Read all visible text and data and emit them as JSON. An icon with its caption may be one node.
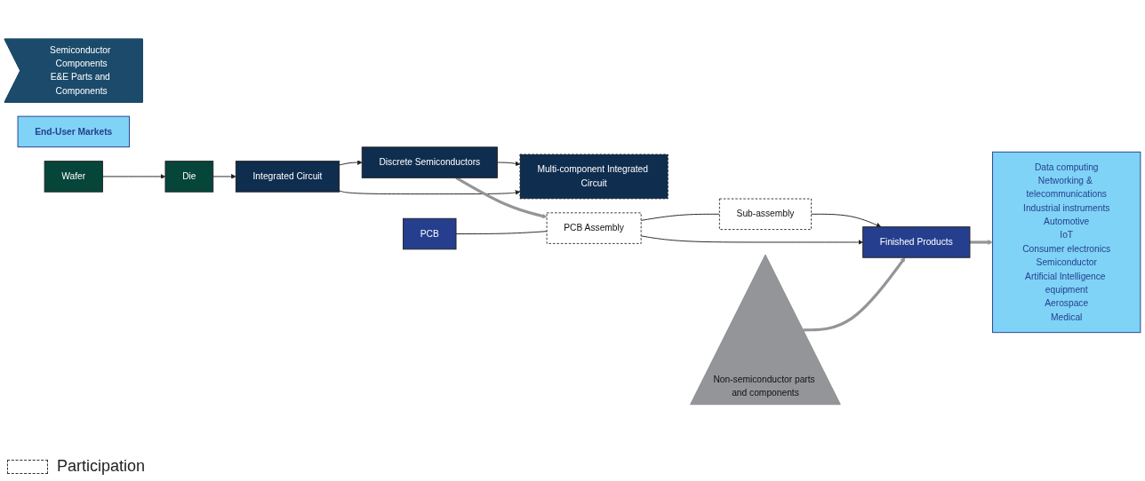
{
  "diagram": {
    "nodes": [
      {
        "text": [
          "Semiconductor Components",
          "E&E Parts and Components"
        ]
      },
      {
        "text": [
          "End-User Markets"
        ]
      },
      {
        "text": [
          "Wafer"
        ]
      },
      {
        "text": [
          "Die"
        ]
      },
      {
        "text": [
          "Integrated Circuit"
        ]
      },
      {
        "text": [
          "Discrete Semiconductors"
        ]
      },
      {
        "text": [
          "Multi-component Integrated Circuit"
        ]
      },
      {
        "text": [
          "PCB"
        ]
      },
      {
        "text": [
          "PCB Assembly"
        ]
      },
      {
        "text": [
          "Sub-assembly"
        ]
      },
      {
        "text": [
          "Finished Products"
        ]
      },
      {
        "text": [
          "Data computing",
          "Networking & telecommunications",
          "Industrial instruments",
          "Automotive",
          "IoT",
          "Consumer electronics",
          "Semiconductor",
          "Artificial Intelligence equipment",
          "Aerospace",
          "Medical"
        ]
      },
      {
        "text": [
          "Non-semiconductor parts and components"
        ]
      }
    ],
    "edges": [
      {
        "from": 2,
        "to": 3,
        "arrow": "to"
      },
      {
        "from": 3,
        "to": 4,
        "arrow": "to"
      },
      {
        "from": 4,
        "to": 5,
        "arrow": "to"
      },
      {
        "from": 5,
        "to": 6,
        "arrow": "to"
      },
      {
        "from": 4,
        "to": 6,
        "arrow": "to"
      },
      {
        "from": 5,
        "to": 8,
        "arrow": "to",
        "style": "thick",
        "color": "#939598"
      },
      {
        "from": 7,
        "to": 8,
        "arrow": "none"
      },
      {
        "from": 8,
        "to": 9,
        "arrow": "none"
      },
      {
        "from": 9,
        "to": 10,
        "arrow": "to"
      },
      {
        "from": 8,
        "to": 10,
        "arrow": "to"
      },
      {
        "from": 10,
        "to": 11,
        "arrow": "to",
        "style": "thick",
        "color": "#939598"
      },
      {
        "from": 12,
        "to": 10,
        "arrow": "to",
        "style": "thick",
        "color": "#939598"
      }
    ],
    "legend": [
      {
        "text": "Participation"
      }
    ]
  }
}
